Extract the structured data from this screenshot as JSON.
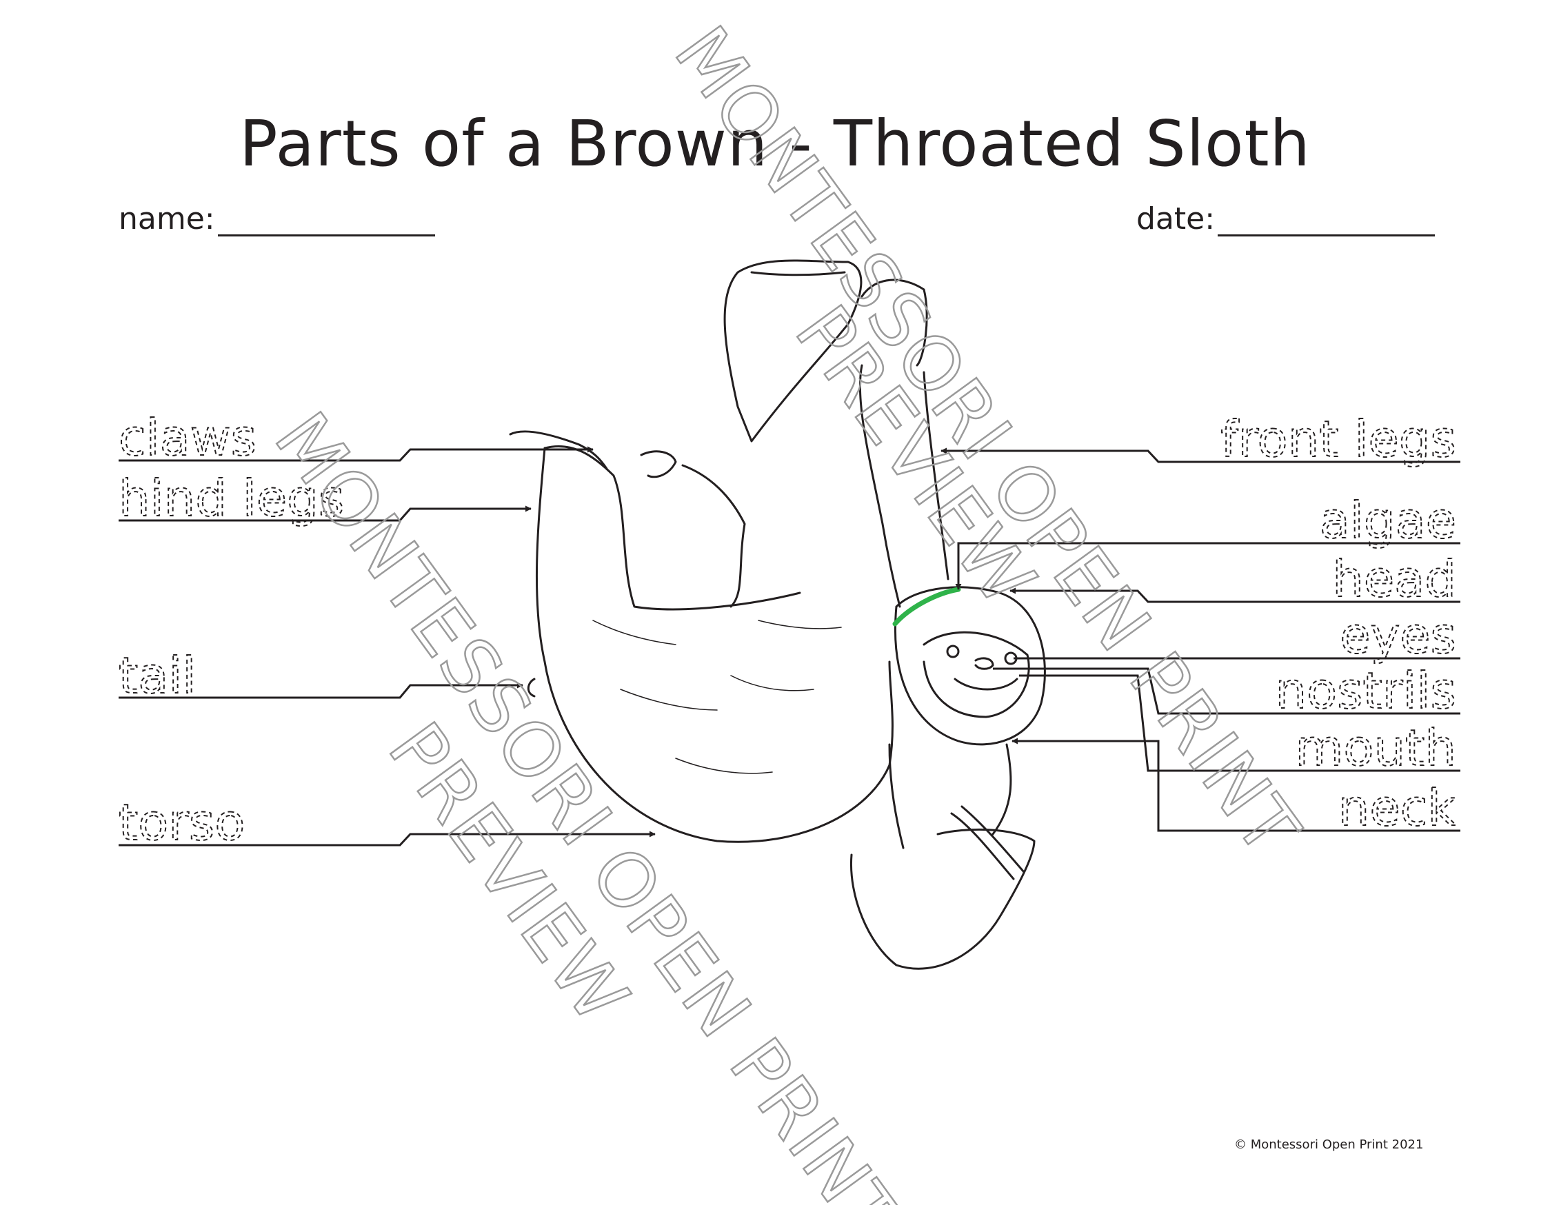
{
  "title": "Parts of a Brown - Throated Sloth",
  "fields": {
    "name_label": "name:",
    "date_label": "date:"
  },
  "labels": {
    "left": [
      "claws",
      "hind legs",
      "tail",
      "torso"
    ],
    "right": [
      "front legs",
      "algae",
      "head",
      "eyes",
      "nostrils",
      "mouth",
      "neck"
    ]
  },
  "watermarks": [
    "MONTESSORI OPEN PRINT",
    "PREVIEW",
    "MONTESSORI OPEN PRINT",
    "PREVIEW"
  ],
  "copyright": "© Montessori Open Print 2021",
  "colors": {
    "ink": "#231f20",
    "watermark": "#9a9a9a",
    "algae": "#2fb34a"
  }
}
